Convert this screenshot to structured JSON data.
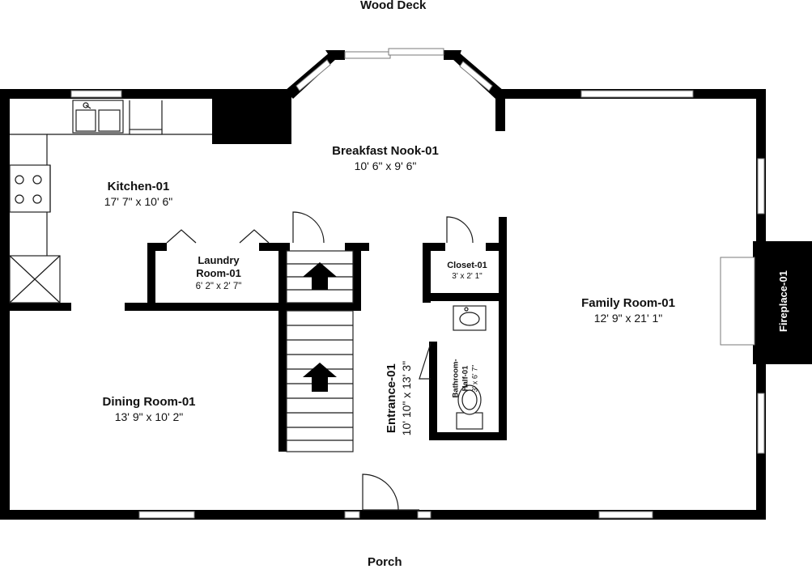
{
  "exterior_labels": {
    "top": "Wood Deck",
    "bottom": "Porch"
  },
  "rooms": {
    "kitchen": {
      "name": "Kitchen-01",
      "dim": "17' 7\" x 10' 6\""
    },
    "breakfast_nook": {
      "name": "Breakfast Nook-01",
      "dim": "10' 6\" x 9' 6\""
    },
    "laundry": {
      "name_line1": "Laundry",
      "name_line2": "Room-01",
      "dim": "6' 2\" x 2' 7\""
    },
    "closet": {
      "name": "Closet-01",
      "dim": "3' x 2' 1\""
    },
    "family_room": {
      "name": "Family Room-01",
      "dim": "12' 9\" x 21' 1\""
    },
    "bathroom": {
      "name_line1": "Bathroom-",
      "name_line2": "Half-01",
      "dim": "3' x 6' 7\""
    },
    "entrance": {
      "name": "Entrance-01",
      "dim": "10' 10\" x 13' 3\""
    },
    "dining_room": {
      "name": "Dining Room-01",
      "dim": "13' 9\" x 10' 2\""
    },
    "fireplace": {
      "name": "Fireplace-01"
    }
  },
  "colors": {
    "wall": "#000000",
    "window": "#7a7a7a",
    "background": "#ffffff"
  }
}
